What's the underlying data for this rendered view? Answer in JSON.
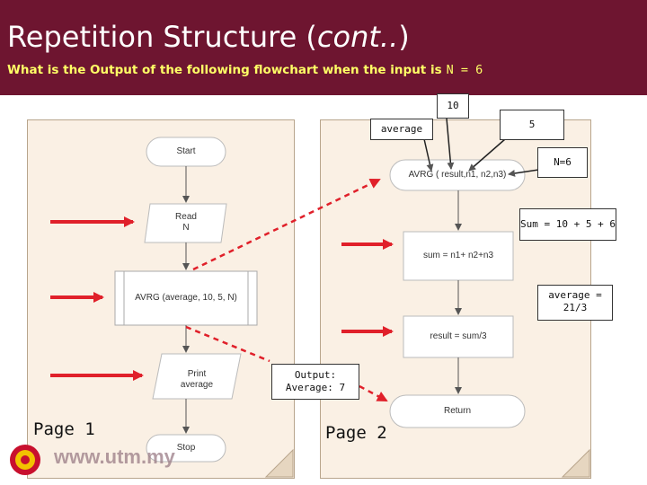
{
  "header": {
    "title_main": "Repetition Structure (",
    "title_italic": "cont..",
    "title_close": ")",
    "subtitle": "What is the Output of the following flowchart when the input is",
    "input_value": "N = 6"
  },
  "page1": {
    "start": "Start",
    "read_line1": "Read",
    "read_line2": "N",
    "call": "AVRG (average, 10, 5, N)",
    "print_line1": "Print",
    "print_line2": "average",
    "stop": "Stop",
    "label": "Page 1"
  },
  "page2": {
    "header": "AVRG ( result,n1, n2,n3)",
    "sum": "sum = n1+ n2+n3",
    "result": "result = sum/3",
    "return": "Return",
    "label": "Page 2"
  },
  "callouts": {
    "ten": "10",
    "average": "average",
    "five": "5",
    "n_value": "N=6",
    "sum_value": "Sum = 10 + 5 + 6",
    "average_line1": "average =",
    "average_line2": "21/3",
    "output_line1": "Output:",
    "output_line2": "Average: 7"
  },
  "logo": {
    "text": "www.utm.my"
  },
  "colors": {
    "header_bg": "#6e1530",
    "title": "#ffffff",
    "subtitle": "#ffff66",
    "page_bg": "#faf0e4",
    "arrow_red": "#e0202a"
  }
}
